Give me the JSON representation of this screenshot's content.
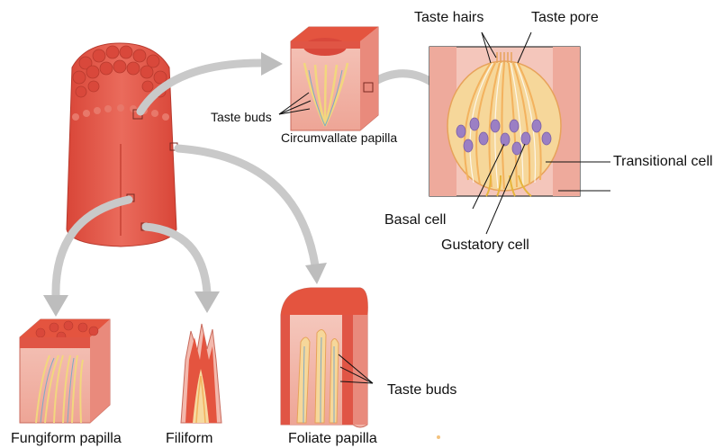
{
  "labels": {
    "taste_hairs": "Taste hairs",
    "taste_pore": "Taste pore",
    "taste_buds_top": "Taste buds",
    "circumvallate": "Circumvallate papilla",
    "transitional": "Transitional cell",
    "basal": "Basal cell",
    "gustatory": "Gustatory cell",
    "taste_buds_bottom": "Taste buds",
    "fungiform": "Fungiform papilla",
    "filiform": "Filiform",
    "foliate": "Foliate papilla"
  },
  "colors": {
    "tongue": "#e0544a",
    "tongue_light": "#ee8a7c",
    "tissue": "#f2b9ad",
    "tissue_light": "#f6d2c8",
    "cell_yellow": "#f6dd98",
    "cell_orange": "#f3b25e",
    "nucleus": "#9b7fc4",
    "arrow": "#c9c9c9"
  }
}
